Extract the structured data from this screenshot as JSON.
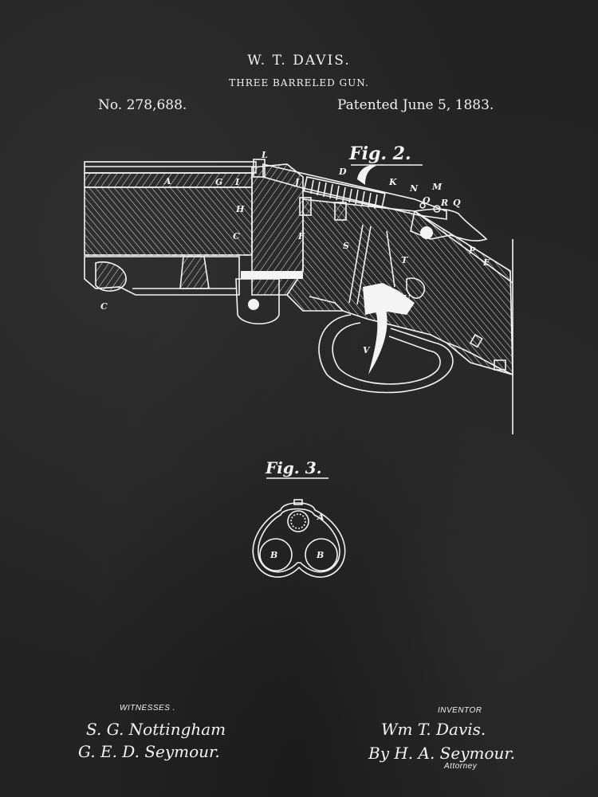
{
  "header": {
    "inventor_name": "W. T. DAVIS.",
    "invention_title": "THREE BARRELED GUN.",
    "patent_number": "No. 278,688.",
    "patent_date": "Patented June 5, 1883."
  },
  "figures": {
    "fig2": {
      "label": "Fig. 2.",
      "part_labels": [
        "L",
        "A",
        "G",
        "I",
        "J",
        "D",
        "K",
        "N",
        "M",
        "O",
        "R",
        "Q",
        "H",
        "C",
        "F",
        "S",
        "T",
        "P",
        "E",
        "U",
        "V",
        "C"
      ]
    },
    "fig3": {
      "label": "Fig. 3.",
      "part_labels": [
        "A",
        "B",
        "B"
      ]
    }
  },
  "footer": {
    "witnesses_label": "WITNESSES .",
    "witness_signatures": [
      "S. G. Nottingham",
      "G. E. D. Seymour."
    ],
    "inventor_label": "INVENTOR",
    "inventor_signature": "Wm T. Davis.",
    "attorney_signature": "By H. A. Seymour.",
    "attorney_label": "Attorney"
  },
  "colors": {
    "background": "#262626",
    "ink": "#f4f4f4"
  }
}
